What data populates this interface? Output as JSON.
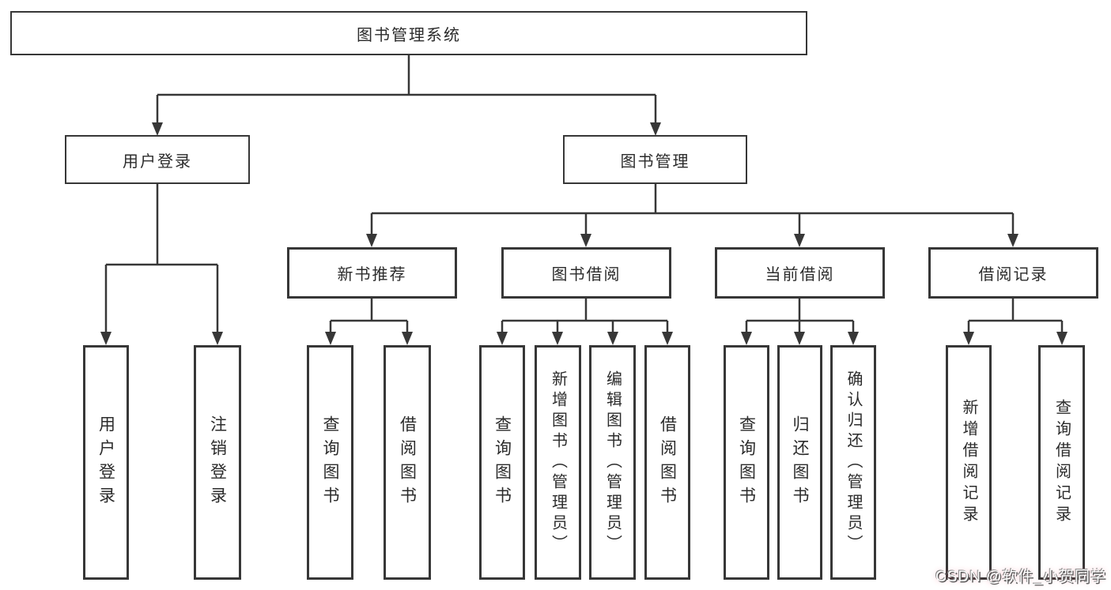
{
  "diagram_type": "hierarchy-tree",
  "colors": {
    "line": "#373737",
    "box_border": "#373737",
    "text": "#2b2b2b",
    "background": "#ffffff",
    "watermark_fill": "#ffffff",
    "watermark_shadow": "#5a5a5a",
    "watermark_accent": "#fc5671"
  },
  "tree": {
    "label": "图书管理系统",
    "children": [
      {
        "label": "用户登录",
        "children": [
          {
            "label": "用户登录"
          },
          {
            "label": "注销登录"
          }
        ]
      },
      {
        "label": "图书管理",
        "children": [
          {
            "label": "新书推荐",
            "children": [
              {
                "label": "查询图书"
              },
              {
                "label": "借阅图书"
              }
            ]
          },
          {
            "label": "图书借阅",
            "children": [
              {
                "label": "查询图书"
              },
              {
                "label": "新增图书（管理员）"
              },
              {
                "label": "编辑图书（管理员）"
              },
              {
                "label": "借阅图书"
              }
            ]
          },
          {
            "label": "当前借阅",
            "children": [
              {
                "label": "查询图书"
              },
              {
                "label": "归还图书"
              },
              {
                "label": "确认归还（管理员）"
              }
            ]
          },
          {
            "label": "借阅记录",
            "children": [
              {
                "label": "新增借阅记录"
              },
              {
                "label": "查询借阅记录"
              }
            ]
          }
        ]
      }
    ]
  },
  "watermark": {
    "text": "CSDN @软件_小贺同学"
  }
}
